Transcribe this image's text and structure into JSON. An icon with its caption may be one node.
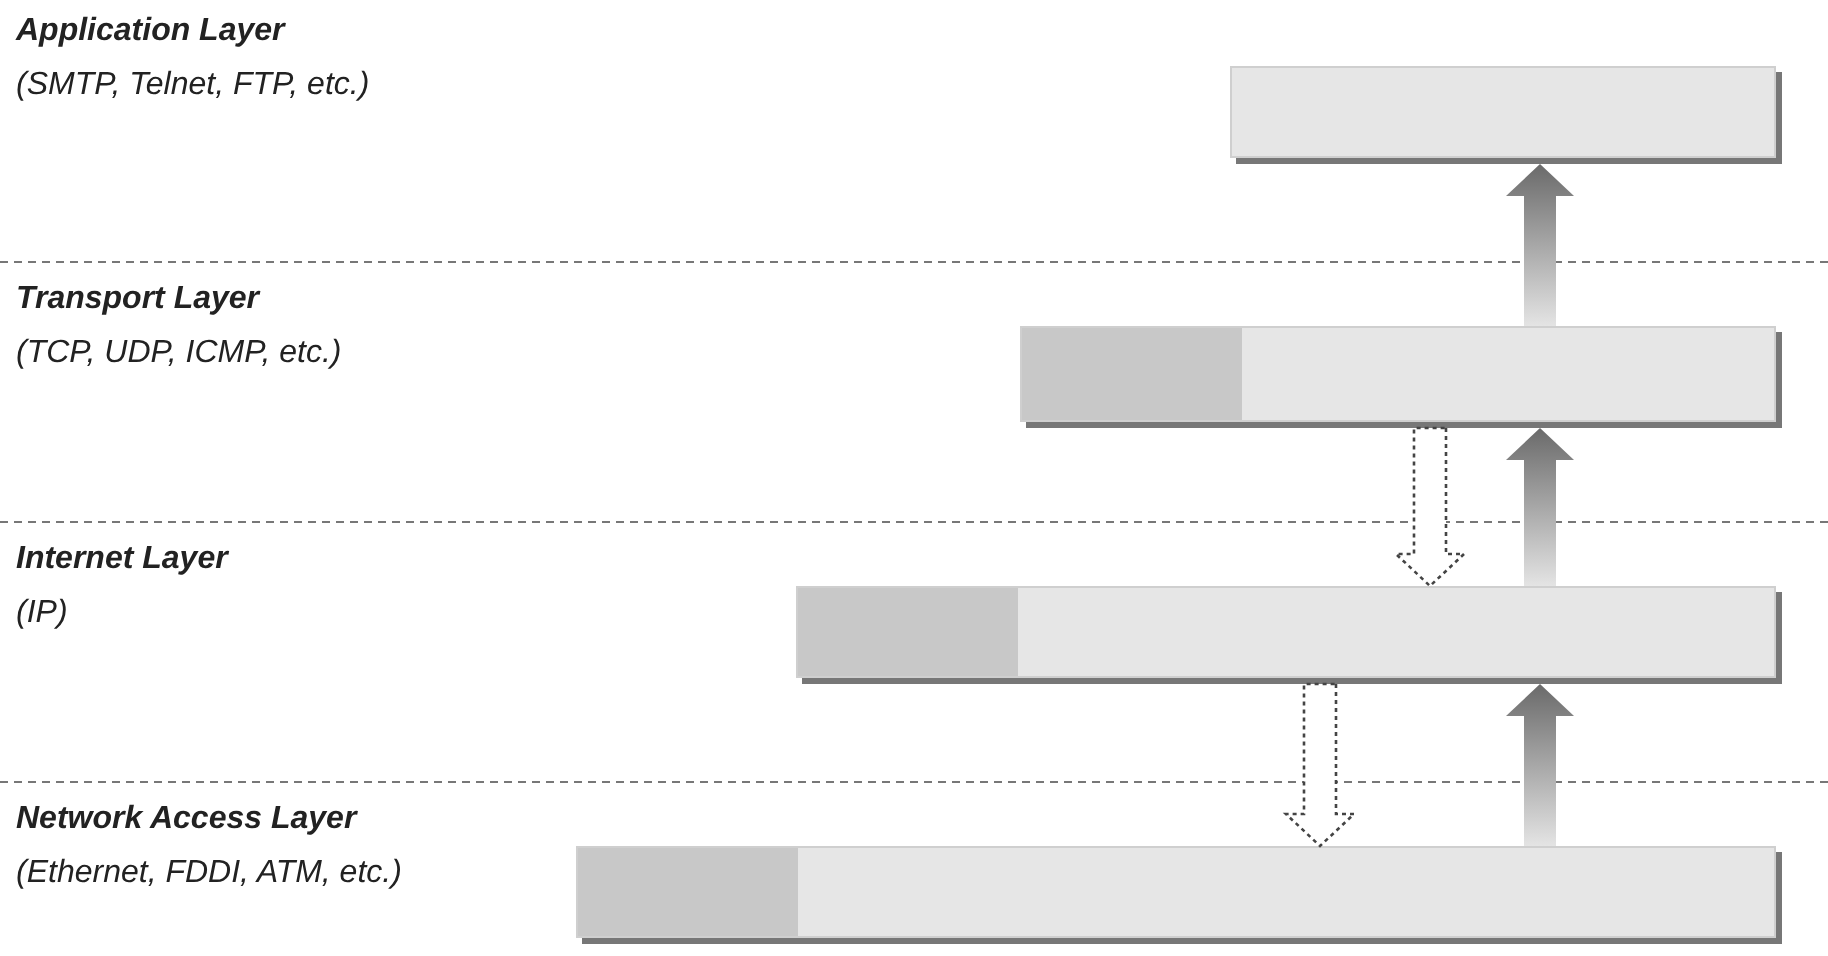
{
  "diagram": {
    "nodes": [
      {
        "text": [
          "Application Layer",
          "(SMTP, Telnet, FTP, etc.)"
        ]
      },
      {
        "text": [],
        "shape": "bar"
      },
      {
        "text": [
          "Transport Layer",
          "(TCP, UDP, ICMP, etc.)"
        ]
      },
      {
        "text": [],
        "shape": "bar"
      },
      {
        "text": [
          "Internet Layer",
          "(IP)"
        ]
      },
      {
        "text": [],
        "shape": "bar"
      },
      {
        "text": [
          "Network Access Layer",
          "(Ethernet, FDDI, ATM, etc.)"
        ]
      },
      {
        "text": [],
        "shape": "bar"
      }
    ],
    "edges": [
      {
        "from": 7,
        "to": 5,
        "arrow": "to",
        "style": "thick"
      },
      {
        "from": 5,
        "to": 3,
        "arrow": "to",
        "style": "thick"
      },
      {
        "from": 3,
        "to": 1,
        "arrow": "to",
        "style": "thick"
      },
      {
        "from": 3,
        "to": 5,
        "arrow": "to",
        "style": "dashed"
      },
      {
        "from": 5,
        "to": 7,
        "arrow": "to",
        "style": "dashed"
      }
    ]
  }
}
